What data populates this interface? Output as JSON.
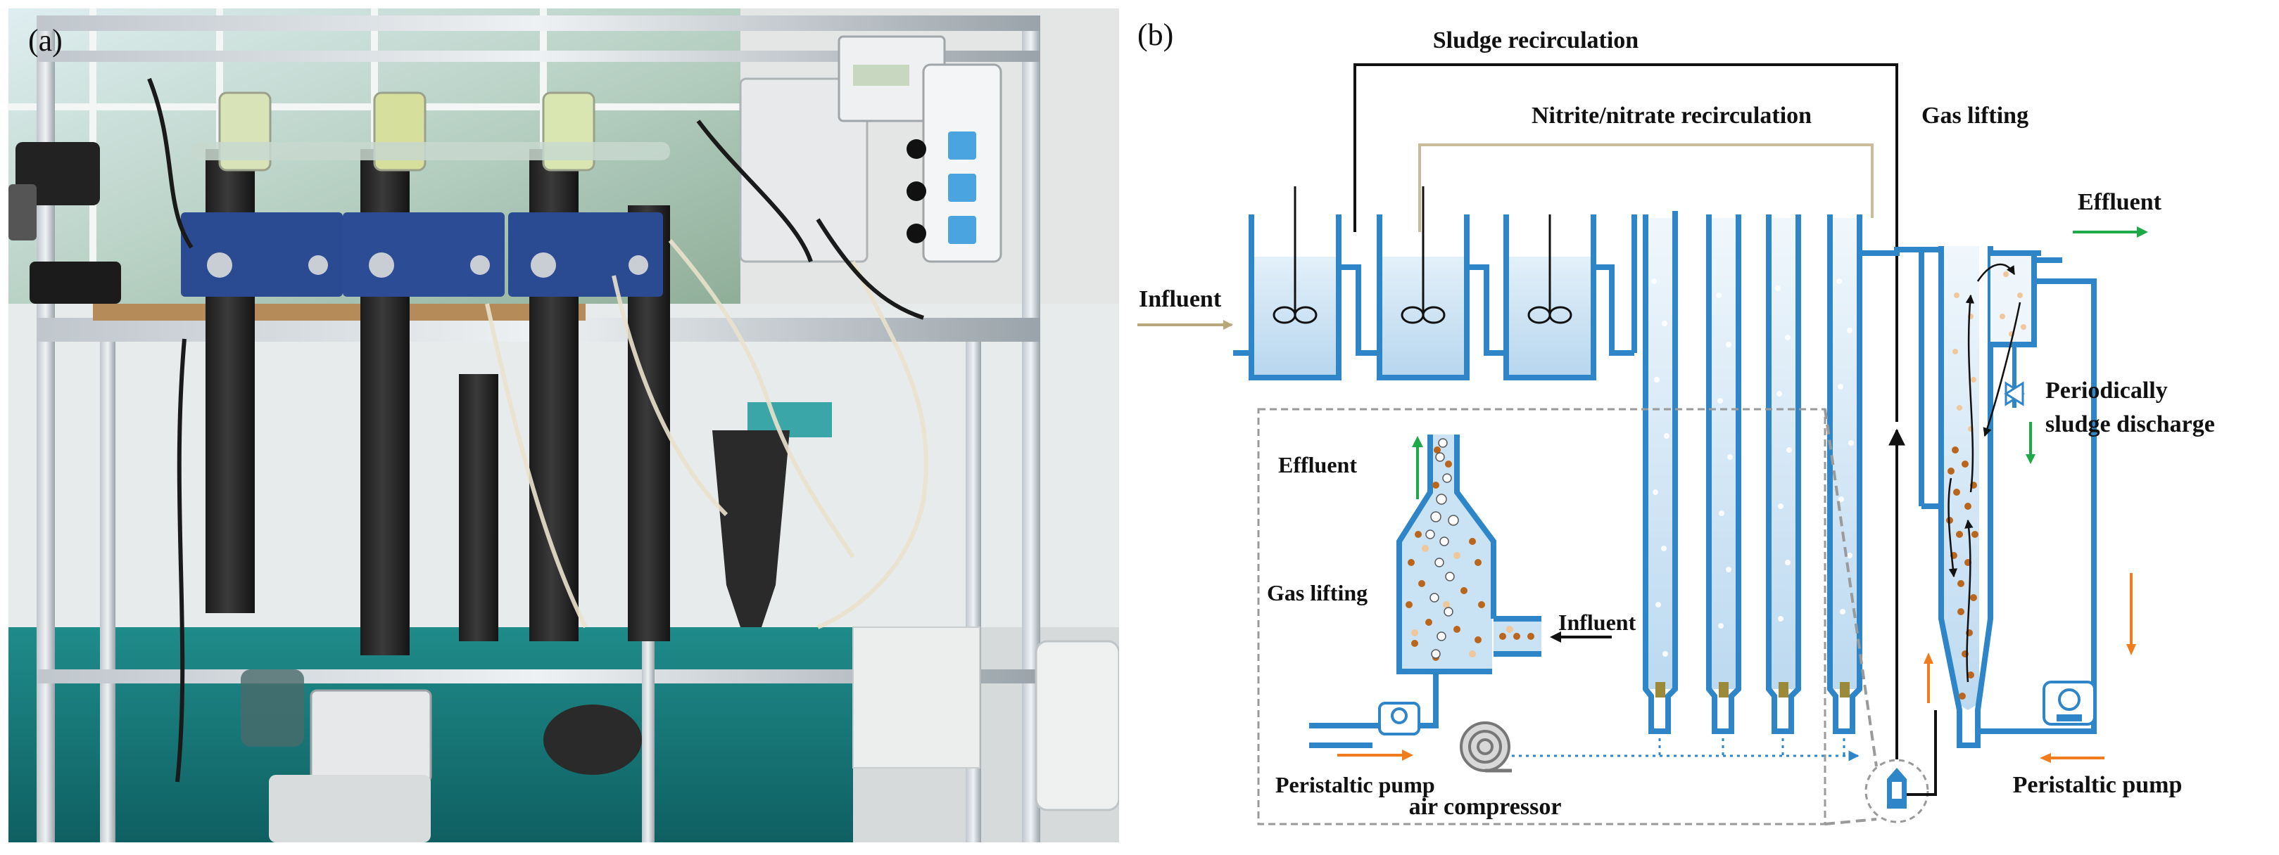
{
  "panel_a": {
    "label": "(a)"
  },
  "panel_b": {
    "label": "(b)",
    "labels": {
      "sludge_recirculation": "Sludge recirculation",
      "nitrite_nitrate_recirculation": "Nitrite/nitrate recirculation",
      "gas_lifting_top": "Gas lifting",
      "influent_main": "Influent",
      "effluent_main": "Effluent",
      "periodic_discharge_1": "Periodically",
      "periodic_discharge_2": "sludge discharge",
      "peristaltic_pump_right": "Peristaltic pump",
      "air_compressor": "air compressor",
      "inset_effluent": "Effluent",
      "inset_gas_lifting": "Gas lifting",
      "inset_influent": "Influent",
      "inset_peristaltic_pump": "Peristaltic pump"
    }
  },
  "colors": {
    "pipe": "#2e86c8",
    "water": "#c9e2f4",
    "recirc_line": "#c8bc9a",
    "influent_arrow": "#b7a77a",
    "effluent_arrow": "#1faa4a",
    "pump_arrow": "#f07c1e",
    "granule": "#b9651c"
  }
}
